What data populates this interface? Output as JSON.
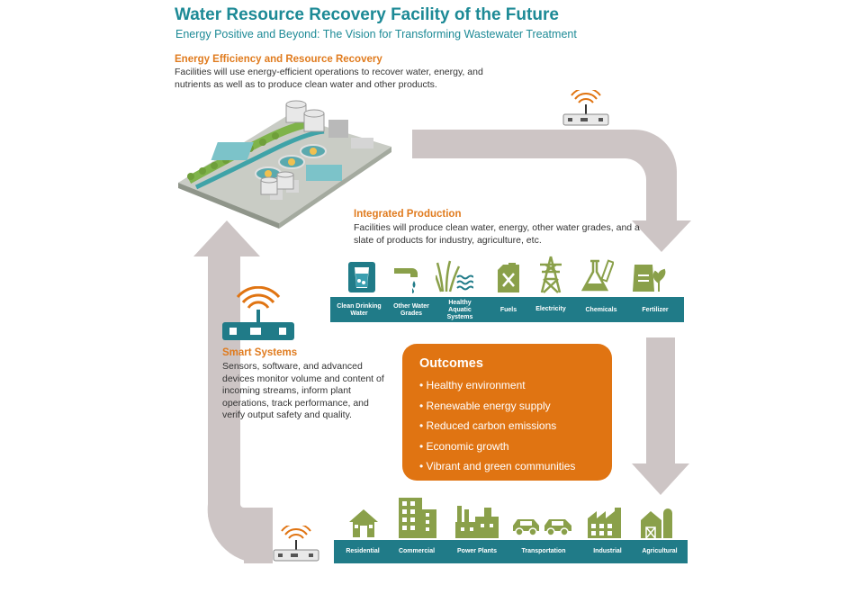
{
  "header": {
    "title": "Water Resource Recovery Facility of the Future",
    "subtitle": "Energy Positive and Beyond: The Vision for Transforming Wastewater Treatment"
  },
  "energy_efficiency": {
    "title": "Energy Efficiency and Resource Recovery",
    "text": "Facilities will use energy-efficient operations to recover water, energy, and nutrients as well as to produce clean water and other products."
  },
  "integrated_production": {
    "title": "Integrated Production",
    "text": "Facilities will produce clean water, energy, other water grades, and a slate of products for industry, agriculture, etc.",
    "products": [
      {
        "label": "Clean Drinking Water",
        "icon": "water-glass-icon"
      },
      {
        "label": "Other Water Grades",
        "icon": "pipe-drip-icon"
      },
      {
        "label": "Healthy Aquatic Systems",
        "icon": "reeds-waves-icon"
      },
      {
        "label": "Fuels",
        "icon": "fuel-can-icon"
      },
      {
        "label": "Electricity",
        "icon": "power-tower-icon"
      },
      {
        "label": "Chemicals",
        "icon": "flask-icon"
      },
      {
        "label": "Fertilizer",
        "icon": "fertilizer-bag-icon"
      }
    ]
  },
  "smart_systems": {
    "title": "Smart Systems",
    "text": "Sensors, software, and advanced devices monitor volume and content of incoming streams, inform plant operations, track performance, and verify output safety and quality."
  },
  "outcomes": {
    "title": "Outcomes",
    "items": [
      "• Healthy environment",
      "• Renewable energy supply",
      "• Reduced carbon emissions",
      "• Economic growth",
      "• Vibrant and green communities"
    ]
  },
  "sectors": [
    {
      "label": "Residential",
      "icon": "house-icon"
    },
    {
      "label": "Commercial",
      "icon": "office-building-icon"
    },
    {
      "label": "Power Plants",
      "icon": "power-plant-icon"
    },
    {
      "label": "Transportation",
      "icon": "cars-icon"
    },
    {
      "label": "Industrial",
      "icon": "factory-icon"
    },
    {
      "label": "Agricultural",
      "icon": "barn-silo-icon"
    }
  ],
  "colors": {
    "teal": "#207b88",
    "title_teal": "#1d8a96",
    "orange": "#e07412",
    "icon_green": "#8aa04a",
    "arrow_gray": "#cdc5c5"
  }
}
